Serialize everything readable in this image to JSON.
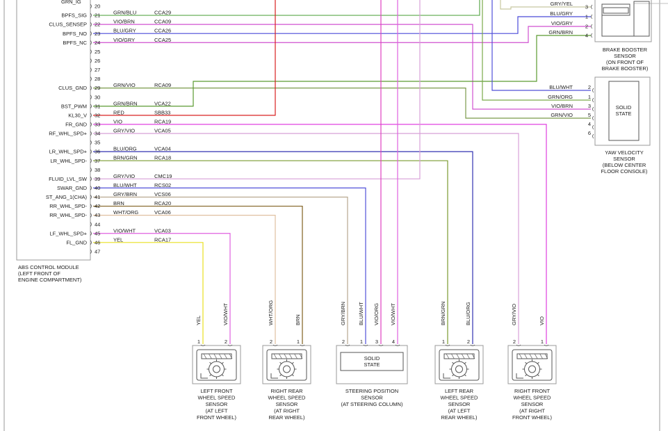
{
  "colors": {
    "frame": "#9a9a9a",
    "line_gray": "#909090",
    "text": "#1a1a1a",
    "wire": {
      "GRN/BLU": "#5aa84a",
      "VIO/BRN": "#d050d0",
      "BLU/GRY": "#4a4ad8",
      "VIO/GRY": "#d050d0",
      "GRN/VIO": "#7a9a4a",
      "GRN/BRN": "#5a9a30",
      "RED": "#d82020",
      "VIO": "#e040e0",
      "GRY/VIO": "#d8a0d8",
      "BLU/ORG": "#3030b0",
      "BRN/GRN": "#7a9a30",
      "BLU/WHT": "#5050d8",
      "GRY/BRN": "#b8a890",
      "BRN": "#806020",
      "WHT/ORG": "#e0c0a0",
      "VIO/WHT": "#e060e0",
      "YEL": "#e8e020",
      "GRY/YEL": "#c8c8a0",
      "GRN/ORG": "#7aaa4a",
      "VIO/ORG": "#e040c0"
    }
  },
  "abs_module": {
    "caption": [
      "ABS CONTROL MODULE",
      "(LEFT FRONT OF",
      "ENGINE COMPARTMENT)"
    ],
    "top_label": "GRN_IG",
    "pins": [
      {
        "num": "20",
        "name": "",
        "color": "",
        "circuit": ""
      },
      {
        "num": "21",
        "name": "BPFS_SIG",
        "color": "GRN/BLU",
        "circuit": "CCA29"
      },
      {
        "num": "22",
        "name": "CLUS_SENSEP",
        "color": "VIO/BRN",
        "circuit": "CCA09"
      },
      {
        "num": "23",
        "name": "BPFS_NO",
        "color": "BLU/GRY",
        "circuit": "CCA26"
      },
      {
        "num": "24",
        "name": "BPFS_NC",
        "color": "VIO/GRY",
        "circuit": "CCA25"
      },
      {
        "num": "25",
        "name": "",
        "color": "",
        "circuit": ""
      },
      {
        "num": "26",
        "name": "",
        "color": "",
        "circuit": ""
      },
      {
        "num": "27",
        "name": "",
        "color": "",
        "circuit": ""
      },
      {
        "num": "28",
        "name": "",
        "color": "",
        "circuit": ""
      },
      {
        "num": "29",
        "name": "CLUS_GND",
        "color": "GRN/VIO",
        "circuit": "RCA09"
      },
      {
        "num": "30",
        "name": "",
        "color": "",
        "circuit": ""
      },
      {
        "num": "31",
        "name": "BST_PWM",
        "color": "GRN/BRN",
        "circuit": "VCA22"
      },
      {
        "num": "32",
        "name": "KL30_V",
        "color": "RED",
        "circuit": "SBB33"
      },
      {
        "num": "33",
        "name": "FR_GND",
        "color": "VIO",
        "circuit": "RCA19"
      },
      {
        "num": "34",
        "name": "RF_WHL_SPD+",
        "color": "GRY/VIO",
        "circuit": "VCA05"
      },
      {
        "num": "35",
        "name": "",
        "color": "",
        "circuit": ""
      },
      {
        "num": "36",
        "name": "LR_WHL_SPD+",
        "color": "BLU/ORG",
        "circuit": "VCA04"
      },
      {
        "num": "37",
        "name": "LR_WHL_SPD-",
        "color": "BRN/GRN",
        "circuit": "RCA18"
      },
      {
        "num": "38",
        "name": "",
        "color": "",
        "circuit": ""
      },
      {
        "num": "39",
        "name": "FLUID_LVL_SW",
        "color": "GRY/VIO",
        "circuit": "CMC19"
      },
      {
        "num": "40",
        "name": "SWAR_GND",
        "color": "BLU/WHT",
        "circuit": "RCS02"
      },
      {
        "num": "41",
        "name": "ST_ANG_1(CHA)",
        "color": "GRY/BRN",
        "circuit": "VCS06"
      },
      {
        "num": "42",
        "name": "RR_WHL_SPD-",
        "color": "BRN",
        "circuit": "RCA20"
      },
      {
        "num": "43",
        "name": "RR_WHL_SPD-",
        "color": "WHT/ORG",
        "circuit": "VCA06"
      },
      {
        "num": "44",
        "name": "",
        "color": "",
        "circuit": ""
      },
      {
        "num": "45",
        "name": "LF_WHL_SPD+",
        "color": "VIO/WHT",
        "circuit": "VCA03"
      },
      {
        "num": "46",
        "name": "FL_GND",
        "color": "YEL",
        "circuit": "RCA17"
      },
      {
        "num": "47",
        "name": "",
        "color": "",
        "circuit": ""
      }
    ]
  },
  "brake_booster": {
    "caption": [
      "BRAKE BOOSTER",
      "SENSOR",
      "(ON FRONT OF",
      "BRAKE BOOSTER)"
    ],
    "wires": [
      {
        "color": "GRY/YEL",
        "pin": "3"
      },
      {
        "color": "BLU/GRY",
        "pin": "1"
      },
      {
        "color": "VIO/GRY",
        "pin": "2"
      },
      {
        "color": "GRN/BRN",
        "pin": "4"
      }
    ]
  },
  "yaw_sensor": {
    "box_label": [
      "SOLID",
      "STATE"
    ],
    "caption": [
      "YAW VELOCITY",
      "SENSOR",
      "(BELOW CENTER",
      "FLOOR CONSOLE)"
    ],
    "wires": [
      {
        "color": "BLU/WHT",
        "pin": "2"
      },
      {
        "color": "GRN/ORG",
        "pin": "1"
      },
      {
        "color": "VIO/BRN",
        "pin": "3"
      },
      {
        "color": "GRN/VIO",
        "pin": "5"
      },
      {
        "color": "",
        "pin": "4"
      },
      {
        "color": "",
        "pin": "6"
      }
    ]
  },
  "bottom_sensors": [
    {
      "wires": [
        {
          "color": "YEL",
          "pin": "1"
        },
        {
          "color": "VIO/WHT",
          "pin": "2"
        }
      ],
      "caption": [
        "LEFT FRONT",
        "WHEEL SPEED",
        "SENSOR",
        "(AT LEFT",
        "FRONT WHEEL)"
      ]
    },
    {
      "wires": [
        {
          "color": "WHT/ORG",
          "pin": "2"
        },
        {
          "color": "BRN",
          "pin": "1"
        }
      ],
      "caption": [
        "RIGHT REAR",
        "WHEEL SPEED",
        "SENSOR",
        "(AT RIGHT",
        "REAR WHEEL)"
      ]
    },
    {
      "box_label": [
        "SOLID",
        "STATE"
      ],
      "wires": [
        {
          "color": "GRY/BRN",
          "pin": "2"
        },
        {
          "color": "BLU/WHT",
          "pin": "1"
        },
        {
          "color": "VIO/ORG",
          "pin": "3"
        },
        {
          "color": "VIO/WHT",
          "pin": "4"
        }
      ],
      "caption": [
        "STEERING POSITION",
        "SENSOR",
        "(AT STEERING COLUMN)"
      ]
    },
    {
      "wires": [
        {
          "color": "BRN/GRN",
          "pin": "1"
        },
        {
          "color": "BLU/ORG",
          "pin": "2"
        }
      ],
      "caption": [
        "LEFT REAR",
        "WHEEL SPEED",
        "SENSOR",
        "(AT LEFT",
        "REAR WHEEL)"
      ]
    },
    {
      "wires": [
        {
          "color": "GRY/VIO",
          "pin": "2"
        },
        {
          "color": "VIO",
          "pin": "1"
        }
      ],
      "caption": [
        "RIGHT FRONT",
        "WHEEL SPEED",
        "SENSOR",
        "(AT RIGHT",
        "FRONT WHEEL)"
      ]
    }
  ]
}
